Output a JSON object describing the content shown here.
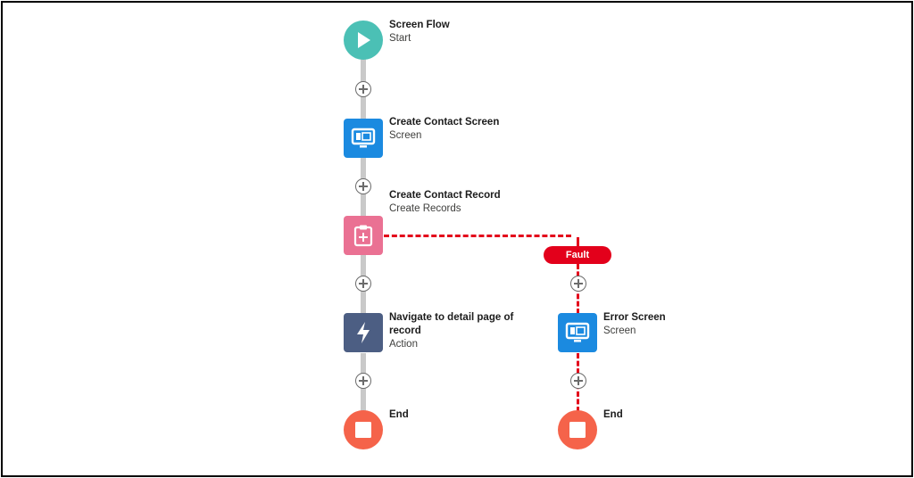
{
  "nodes": {
    "start": {
      "title": "Screen Flow",
      "subtitle": "Start",
      "icon": "play-icon"
    },
    "create_contact_screen": {
      "title": "Create Contact Screen",
      "subtitle": "Screen",
      "icon": "screen-icon"
    },
    "create_contact_record": {
      "title": "Create Contact Record",
      "subtitle": "Create Records",
      "icon": "create-records-icon"
    },
    "navigate_action": {
      "title": "Navigate to detail page of record",
      "subtitle": "Action",
      "icon": "lightning-icon"
    },
    "end_main": {
      "title": "End",
      "icon": "stop-icon"
    },
    "error_screen": {
      "title": "Error Screen",
      "subtitle": "Screen",
      "icon": "screen-icon"
    },
    "end_fault": {
      "title": "End",
      "icon": "stop-icon"
    }
  },
  "fault_label": "Fault",
  "colors": {
    "start": "#4bc0b5",
    "screen": "#1b8ae0",
    "record": "#ea7193",
    "action": "#4c5e83",
    "end": "#f5634a",
    "fault": "#e3001b",
    "connector": "#c9c9c9"
  }
}
